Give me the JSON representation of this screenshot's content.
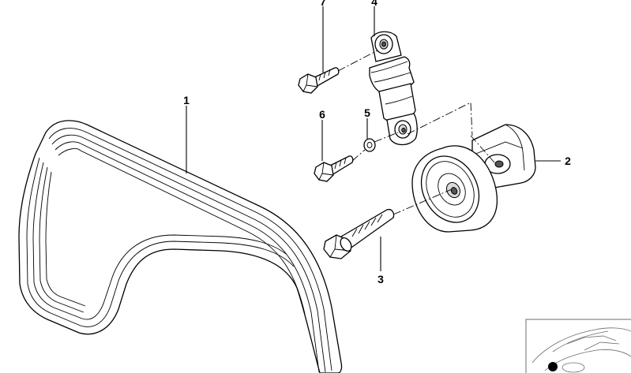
{
  "callouts": {
    "belt": "1",
    "tensioner_pulley": "2",
    "pulley_bolt": "3",
    "damper": "4",
    "washer": "5",
    "lower_bolt": "6",
    "upper_bolt": "7"
  },
  "colors": {
    "line": "#000000",
    "background": "#ffffff",
    "thumbnail_line": "#6b6b6b"
  }
}
